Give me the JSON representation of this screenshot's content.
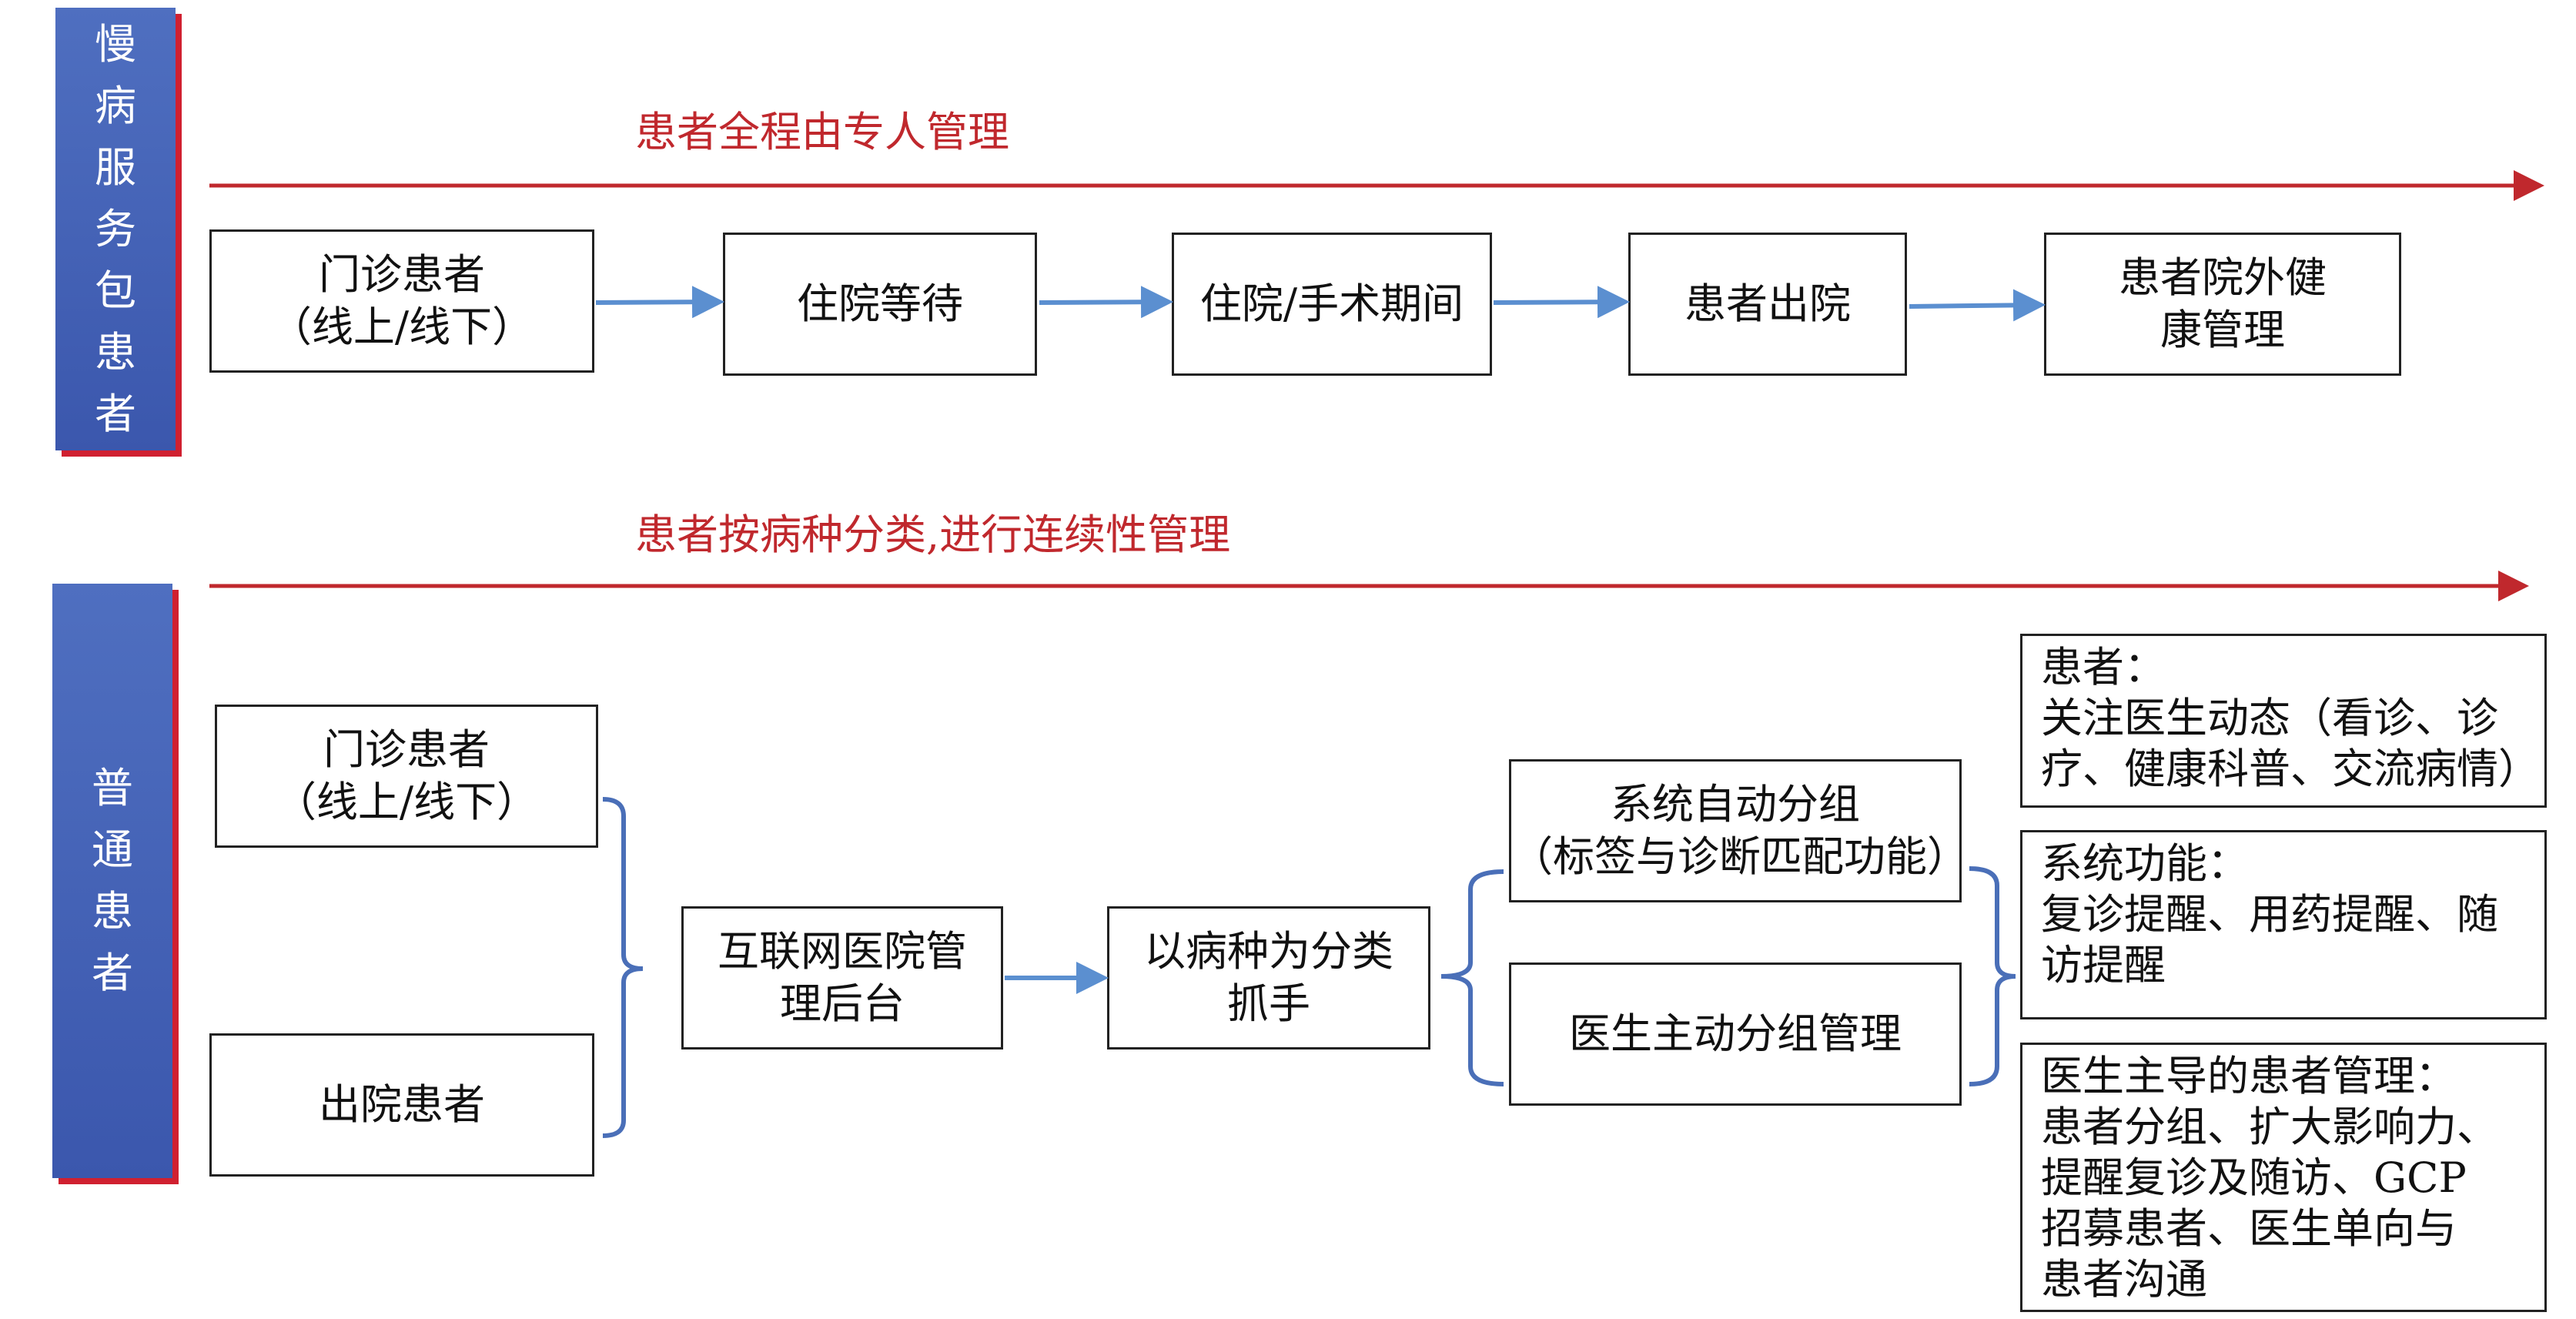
{
  "chronic_section": {
    "sidebar_chars": [
      "慢",
      "病",
      "服",
      "务",
      "包",
      "患",
      "者"
    ],
    "headline": "患者全程由专人管理",
    "flow_boxes": [
      {
        "lines": [
          "门诊患者",
          "（线上/线下）"
        ]
      },
      {
        "lines": [
          "住院等待"
        ]
      },
      {
        "lines": [
          "住院/手术期间"
        ]
      },
      {
        "lines": [
          "患者出院"
        ]
      },
      {
        "lines": [
          "患者院外健",
          "康管理"
        ]
      }
    ]
  },
  "general_section": {
    "sidebar_chars": [
      "普",
      "通",
      "患",
      "者"
    ],
    "headline": "患者按病种分类,进行连续性管理",
    "outpatient": {
      "lines": [
        "门诊患者",
        "（线上/线下）"
      ]
    },
    "discharged": {
      "lines": [
        "出院患者"
      ]
    },
    "backend": {
      "lines": [
        "互联网医院管",
        "理后台"
      ]
    },
    "disease_class": {
      "lines": [
        "以病种为分类",
        "抓手"
      ]
    },
    "auto_group": {
      "lines": [
        "系统自动分组",
        "（标签与诊断匹配功能）"
      ]
    },
    "doctor_group": {
      "lines": [
        "医生主动分组管理"
      ]
    },
    "notes": [
      {
        "lines": [
          "患者：",
          "关注医生动态（看诊、诊",
          "疗、健康科普、交流病情）"
        ]
      },
      {
        "lines": [
          "系统功能：",
          "复诊提醒、用药提醒、随",
          "访提醒"
        ]
      },
      {
        "lines": [
          "医生主导的患者管理：",
          "患者分组、扩大影响力、",
          "提醒复诊及随访、GCP",
          "招募患者、医生单向与",
          "患者沟通"
        ]
      }
    ]
  },
  "colors": {
    "headline_red": "#c0282d",
    "flow_arrow_blue": "#5b8fd0",
    "bracket_blue": "#4a6fb8",
    "sidebar_blue": "#3b57ad"
  }
}
